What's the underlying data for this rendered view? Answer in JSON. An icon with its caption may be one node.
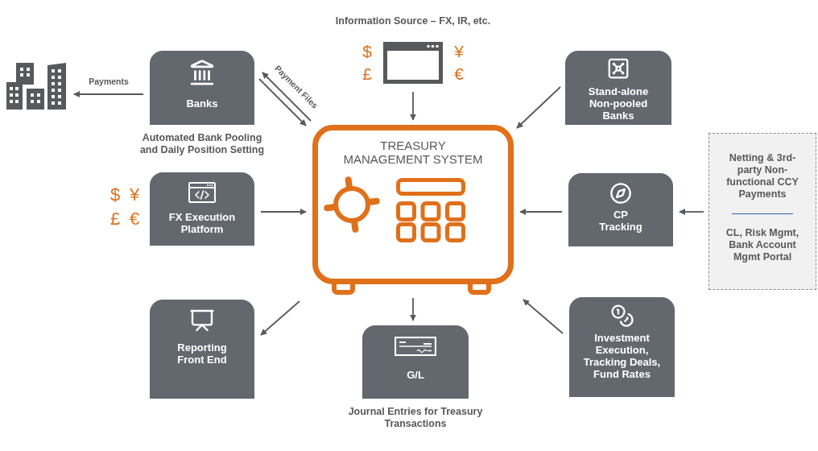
{
  "diagram": {
    "nodes": [
      {
        "text": [],
        "shape": "picture"
      },
      {
        "text": [
          "Banks"
        ],
        "beside": [
          "Automated Bank Pooling and Daily Position Setting"
        ]
      },
      {
        "text": [
          "Information Source – FX, IR, etc."
        ],
        "beside": [
          "$",
          "¥",
          "£",
          "€"
        ]
      },
      {
        "text": [
          "Stand-alone Non-pooled Banks"
        ]
      },
      {
        "text": [
          "FX Execution Platform"
        ],
        "beside": [
          "$",
          "¥",
          "£",
          "€"
        ]
      },
      {
        "text": [
          "TREASURY MANAGEMENT SYSTEM"
        ]
      },
      {
        "text": [
          "CP Tracking"
        ]
      },
      {
        "text": [
          "Netting & 3rd-party Non-functional CCY Payments",
          "CL, Risk Mgmt, Bank Account Mgmt Portal"
        ]
      },
      {
        "text": [
          "Reporting Front End"
        ]
      },
      {
        "text": [
          "G/L"
        ],
        "beside": [
          "Journal Entries for Treasury Transactions"
        ]
      },
      {
        "text": [
          "Investment Execution, Tracking Deals, Fund Rates"
        ]
      }
    ],
    "edges": [
      {
        "from": 1,
        "to": 0,
        "arrow": "to",
        "label": "Payments"
      },
      {
        "from": 5,
        "to": 1,
        "arrow": "to",
        "label": "Payment Files"
      },
      {
        "from": 1,
        "to": 5,
        "arrow": "to"
      },
      {
        "from": 2,
        "to": 5,
        "arrow": "to"
      },
      {
        "from": 3,
        "to": 5,
        "arrow": "to"
      },
      {
        "from": 4,
        "to": 5,
        "arrow": "to"
      },
      {
        "from": 6,
        "to": 5,
        "arrow": "to"
      },
      {
        "from": 7,
        "to": 6,
        "arrow": "to"
      },
      {
        "from": 5,
        "to": 8,
        "arrow": "to"
      },
      {
        "from": 5,
        "to": 9,
        "arrow": "to"
      },
      {
        "from": 10,
        "to": 5,
        "arrow": "to"
      }
    ]
  }
}
